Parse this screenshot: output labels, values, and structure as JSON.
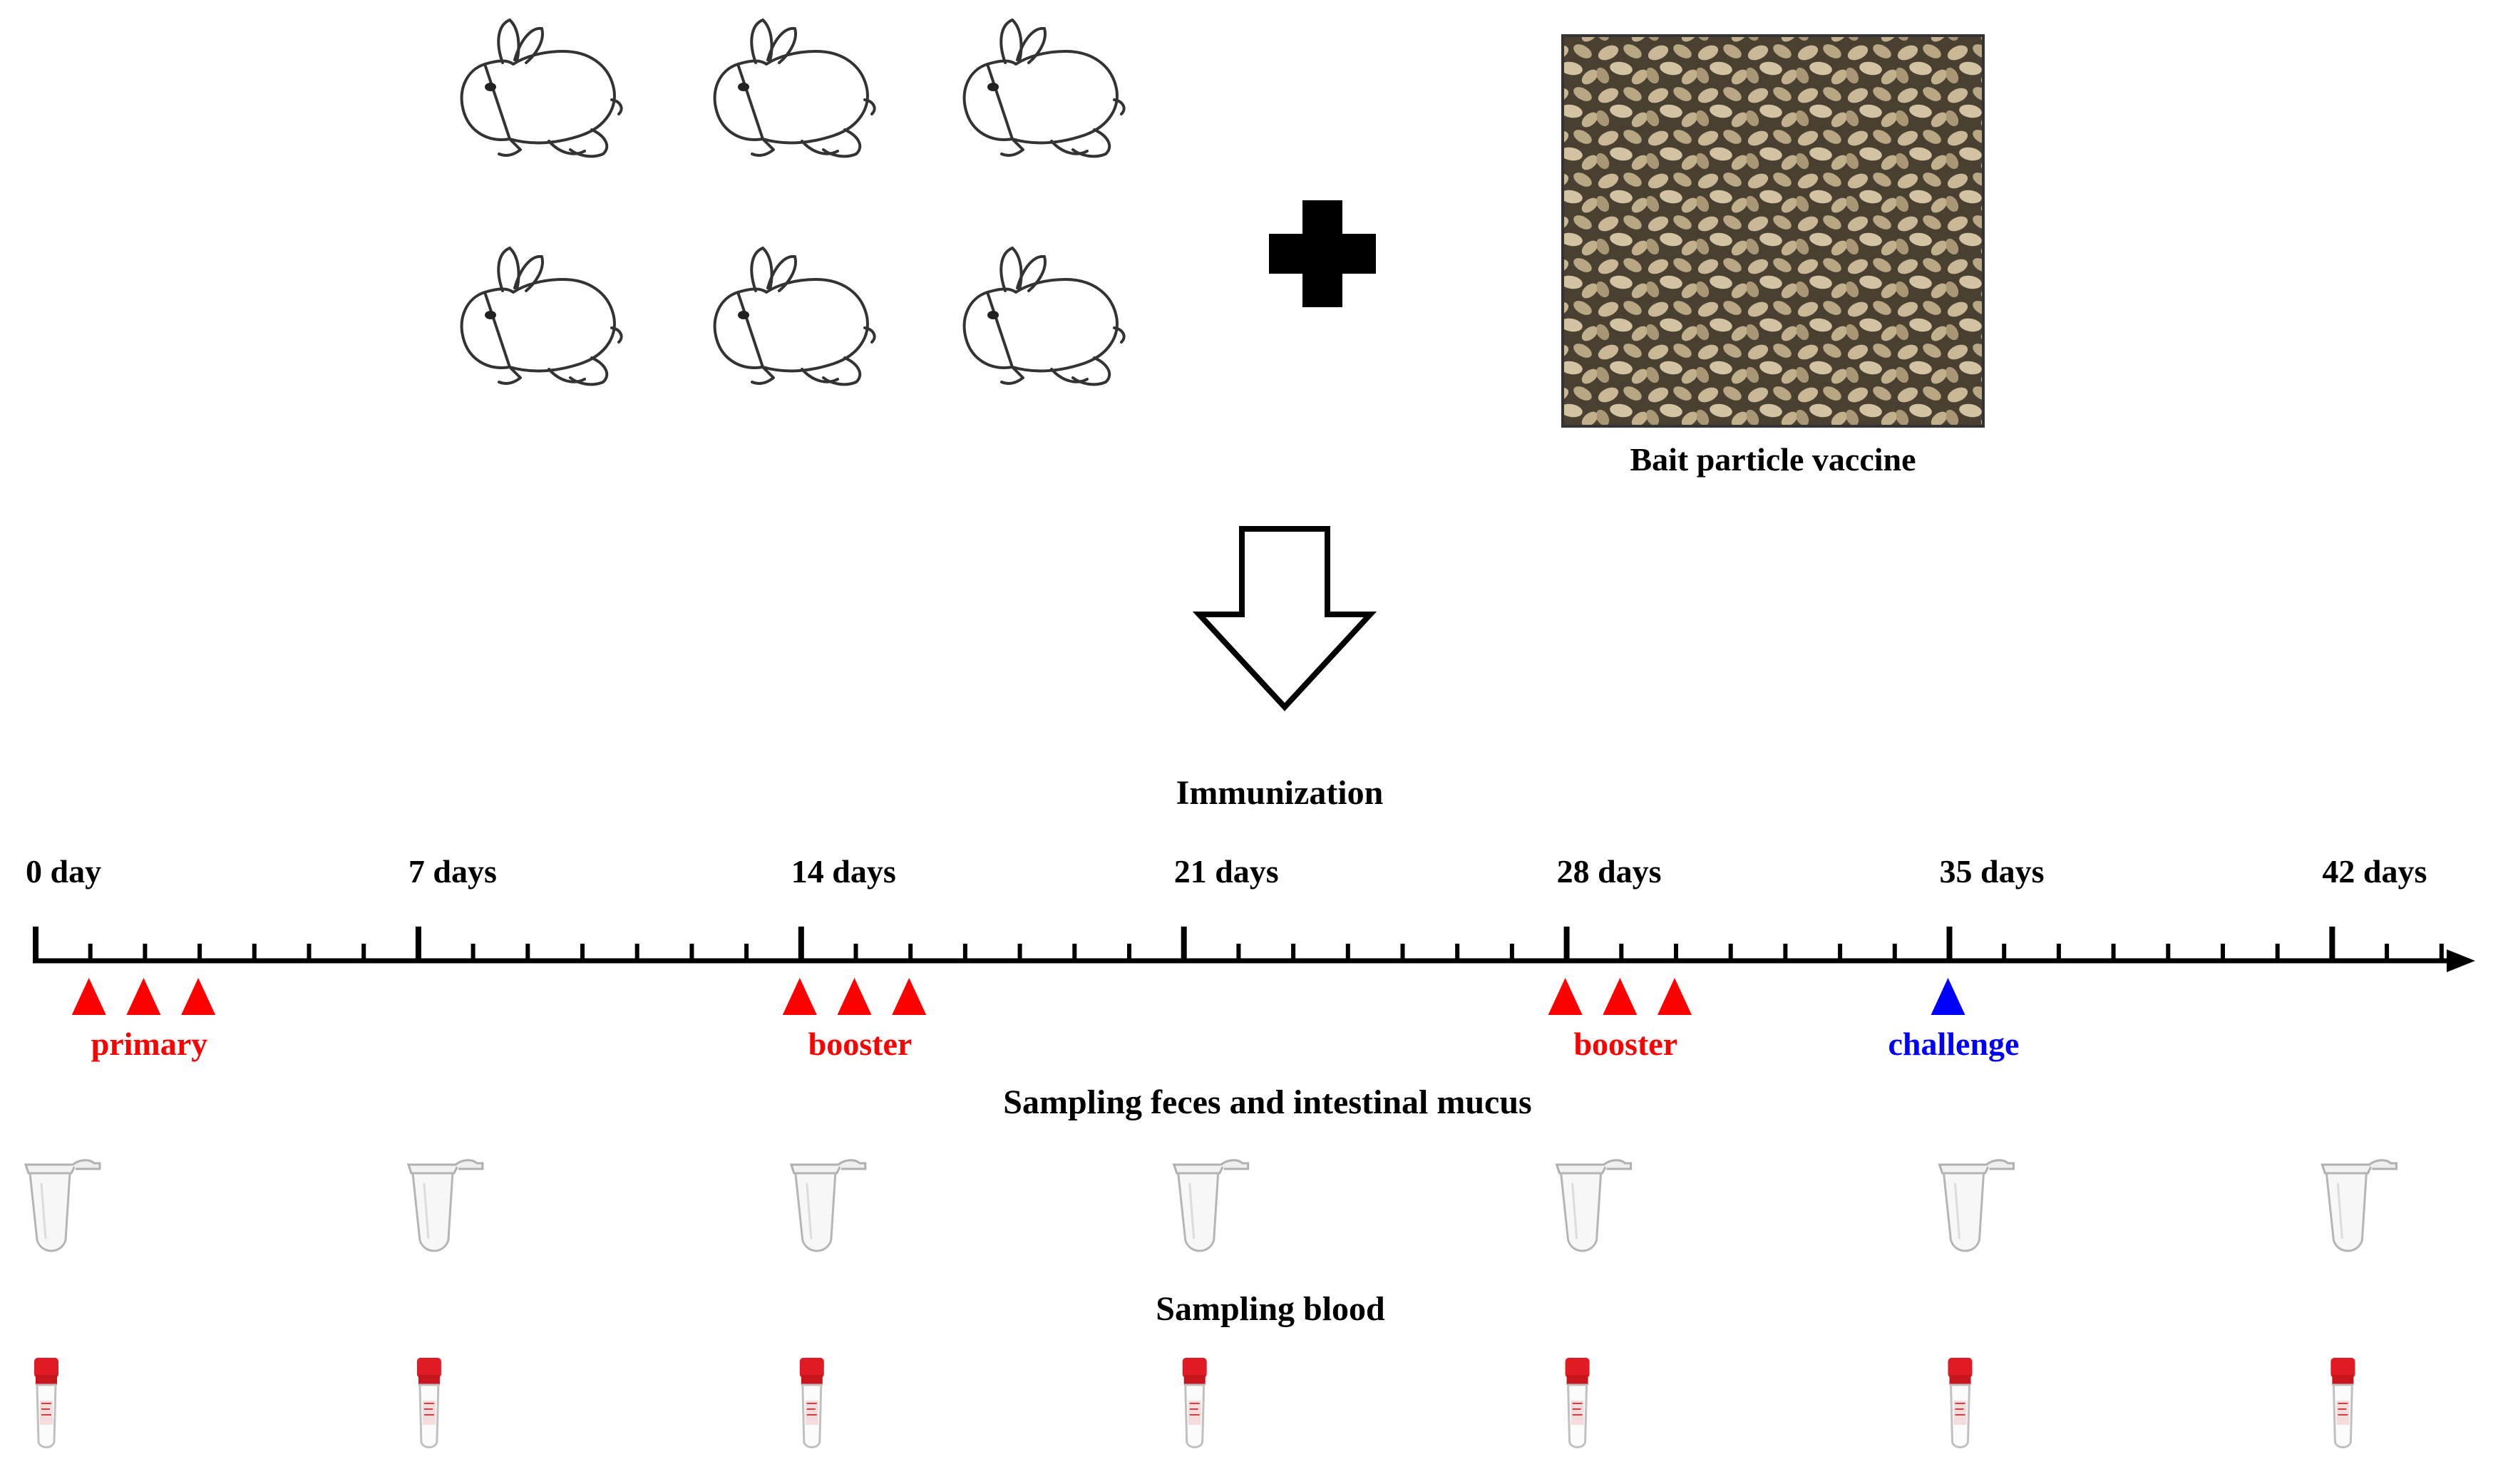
{
  "illustrations": {
    "rabbit_count": 6,
    "plus_icon": "plus-icon",
    "arrow_icon": "down-arrow-icon",
    "vaccine_caption": "Bait particle vaccine"
  },
  "timeline": {
    "title": "Immunization",
    "labels": [
      {
        "day": 0,
        "text": "0 day"
      },
      {
        "day": 7,
        "text": "7 days"
      },
      {
        "day": 14,
        "text": "14 days"
      },
      {
        "day": 21,
        "text": "21 days"
      },
      {
        "day": 28,
        "text": "28 days"
      },
      {
        "day": 35,
        "text": "35 days"
      },
      {
        "day": 42,
        "text": "42 days"
      }
    ],
    "total_days": 44,
    "events": [
      {
        "label": "primary",
        "days": [
          1,
          2,
          3
        ],
        "color": "#ff0000"
      },
      {
        "label": "booster",
        "days": [
          14,
          15,
          16
        ],
        "color": "#ff0000"
      },
      {
        "label": "booster",
        "days": [
          28,
          29,
          30
        ],
        "color": "#ff0000"
      },
      {
        "label": "challenge",
        "days": [
          35
        ],
        "color": "#0000ff"
      }
    ]
  },
  "sampling": {
    "feces_title": "Sampling feces and intestinal mucus",
    "blood_title": "Sampling blood",
    "days": [
      0,
      7,
      14,
      21,
      28,
      35,
      42
    ],
    "tube_icon": "microcentrifuge-tube-icon",
    "blood_tube_icon": "blood-collection-tube-icon"
  }
}
